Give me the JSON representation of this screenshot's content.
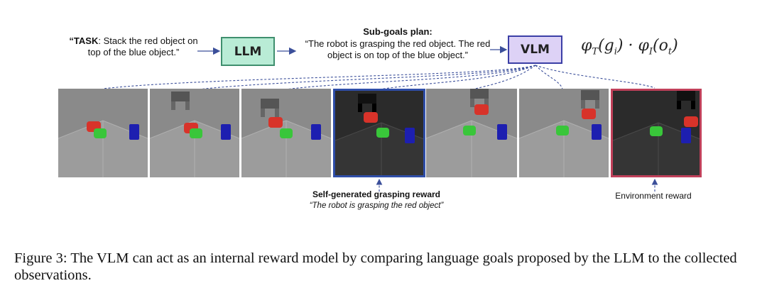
{
  "task": {
    "label": "“TASK",
    "text": ": Stack the red object on top of the blue object.”"
  },
  "boxes": {
    "llm": "LLM",
    "vlm": "VLM"
  },
  "subgoals": {
    "title": "Sub-goals plan:",
    "text": "“The robot is grasping the red object. The red object is on top of the blue object.”"
  },
  "formula": {
    "phi": "φ",
    "t_sub": "T",
    "g": "(g",
    "i_sub": "i",
    "dot": ") · φ",
    "i_sub2": "I",
    "o": "(o",
    "t_sub2": "t",
    "close": ")"
  },
  "captions": {
    "self_title": "Self-generated grasping reward",
    "self_quote": "“The robot is grasping the red object”",
    "env": "Environment reward"
  },
  "figure_caption": "Figure 3: The VLM can act as an internal reward model by comparing language goals proposed by the LLM to the collected observations.",
  "colors": {
    "llm_fill": "#b9ecd6",
    "llm_border": "#3f8f6e",
    "vlm_fill": "#ddd2f6",
    "vlm_border": "#3b3fa6",
    "highlight_blue": "#2f4ea8",
    "highlight_red": "#c0405a",
    "dashed": "#3b4f9a"
  }
}
